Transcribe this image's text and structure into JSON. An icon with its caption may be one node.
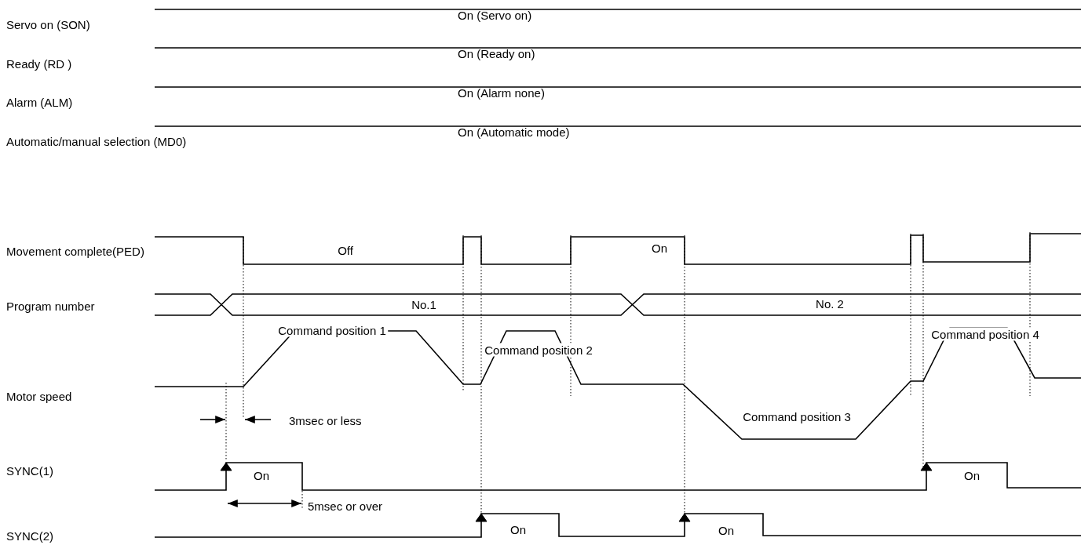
{
  "diagram": {
    "labels": [
      "Servo on (SON)",
      "On (Servo on)",
      "Ready (RD )",
      "On (Ready on)",
      "Alarm (ALM)",
      "On (Alarm none)",
      "Automatic/manual selection (MD0)",
      "On (Automatic mode)",
      "Movement complete(PED)",
      "Off",
      "On",
      "Program number",
      "No.1",
      "No. 2",
      "Command position 1",
      "Command position 2",
      "Command position 4",
      "Motor speed",
      "3msec or less",
      "Command position 3",
      "SYNC(1)",
      "On",
      "On",
      "5msec or over",
      "SYNC(2)",
      "On",
      "On"
    ]
  }
}
